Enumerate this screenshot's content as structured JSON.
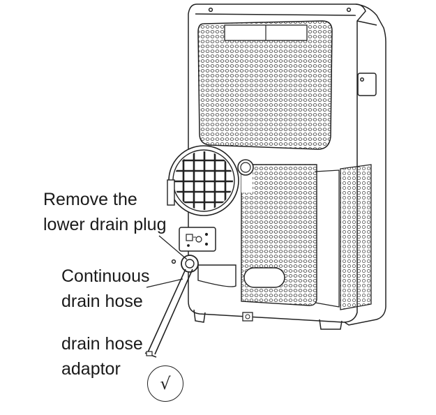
{
  "callouts": {
    "drain_plug": {
      "line1": "Remove the",
      "line2": "lower drain plug"
    },
    "continuous_hose": {
      "line1": "Continuous",
      "line2": "drain hose"
    },
    "hose_adaptor": {
      "line1": "drain hose",
      "line2": "adaptor"
    }
  },
  "check_mark": "√",
  "icons": [
    "air-conditioner-unit",
    "exhaust-vent-grille",
    "drain-plug",
    "control-panel-icons",
    "check-mark-icon"
  ],
  "colors": {
    "line": "#222222",
    "background": "#ffffff"
  }
}
